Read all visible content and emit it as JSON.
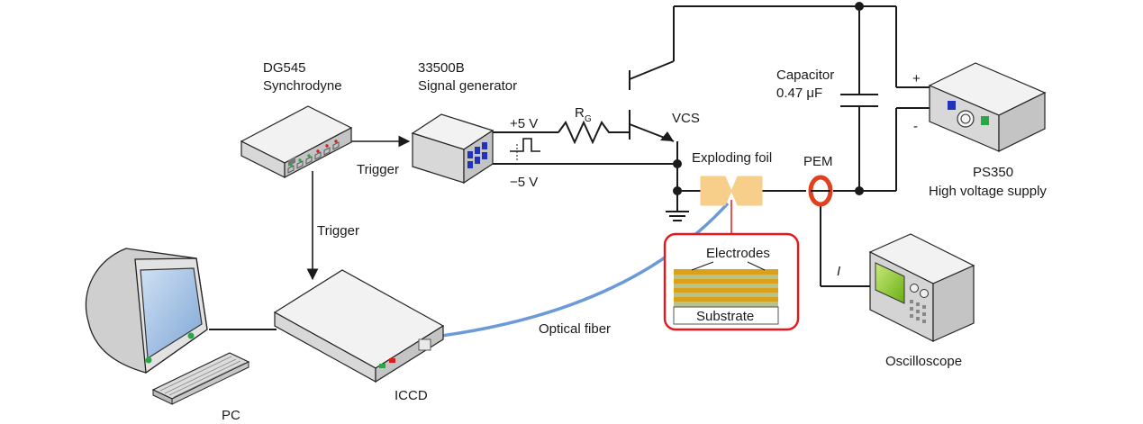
{
  "labels": {
    "dg545": "DG545",
    "synchrodyne": "Synchrodyne",
    "model_33500b": "33500B",
    "signal_generator": "Signal generator",
    "plus5v": "+5 V",
    "minus5v": "−5 V",
    "rg_main": "R",
    "rg_sub": "G",
    "vcs": "VCS",
    "capacitor": "Capacitor",
    "capacitance": "0.47 μF",
    "plus": "+",
    "minus": "-",
    "exploding_foil": "Exploding foil",
    "pem": "PEM",
    "ps350": "PS350",
    "high_voltage_supply": "High voltage supply",
    "trigger_1": "Trigger",
    "trigger_2": "Trigger",
    "electrodes": "Electrodes",
    "substrate": "Substrate",
    "current": "I",
    "optical_fiber": "Optical fiber",
    "iccd": "ICCD",
    "pc": "PC",
    "oscilloscope": "Oscilloscope"
  },
  "colors": {
    "wire": "#1a1a1a",
    "optical_fiber": "#6a9bd8",
    "foil": "#f7cf8a",
    "pem_ring": "#e0401e",
    "inset_border": "#e8171c",
    "electrode_layer": "#d9a21a",
    "dielectric_layer": "#b9c28a",
    "led_blue": "#2233bb",
    "led_green": "#27a844",
    "led_red": "#d62020",
    "screen_blue": "#9bbce0",
    "screen_green": "#7fc31e"
  },
  "icons": [
    "pulse-icon",
    "ground-icon",
    "pc-icon",
    "keyboard-icon",
    "iccd-icon",
    "oscilloscope-icon",
    "power-supply-icon",
    "synchrodyne-icon",
    "signal-generator-icon"
  ]
}
